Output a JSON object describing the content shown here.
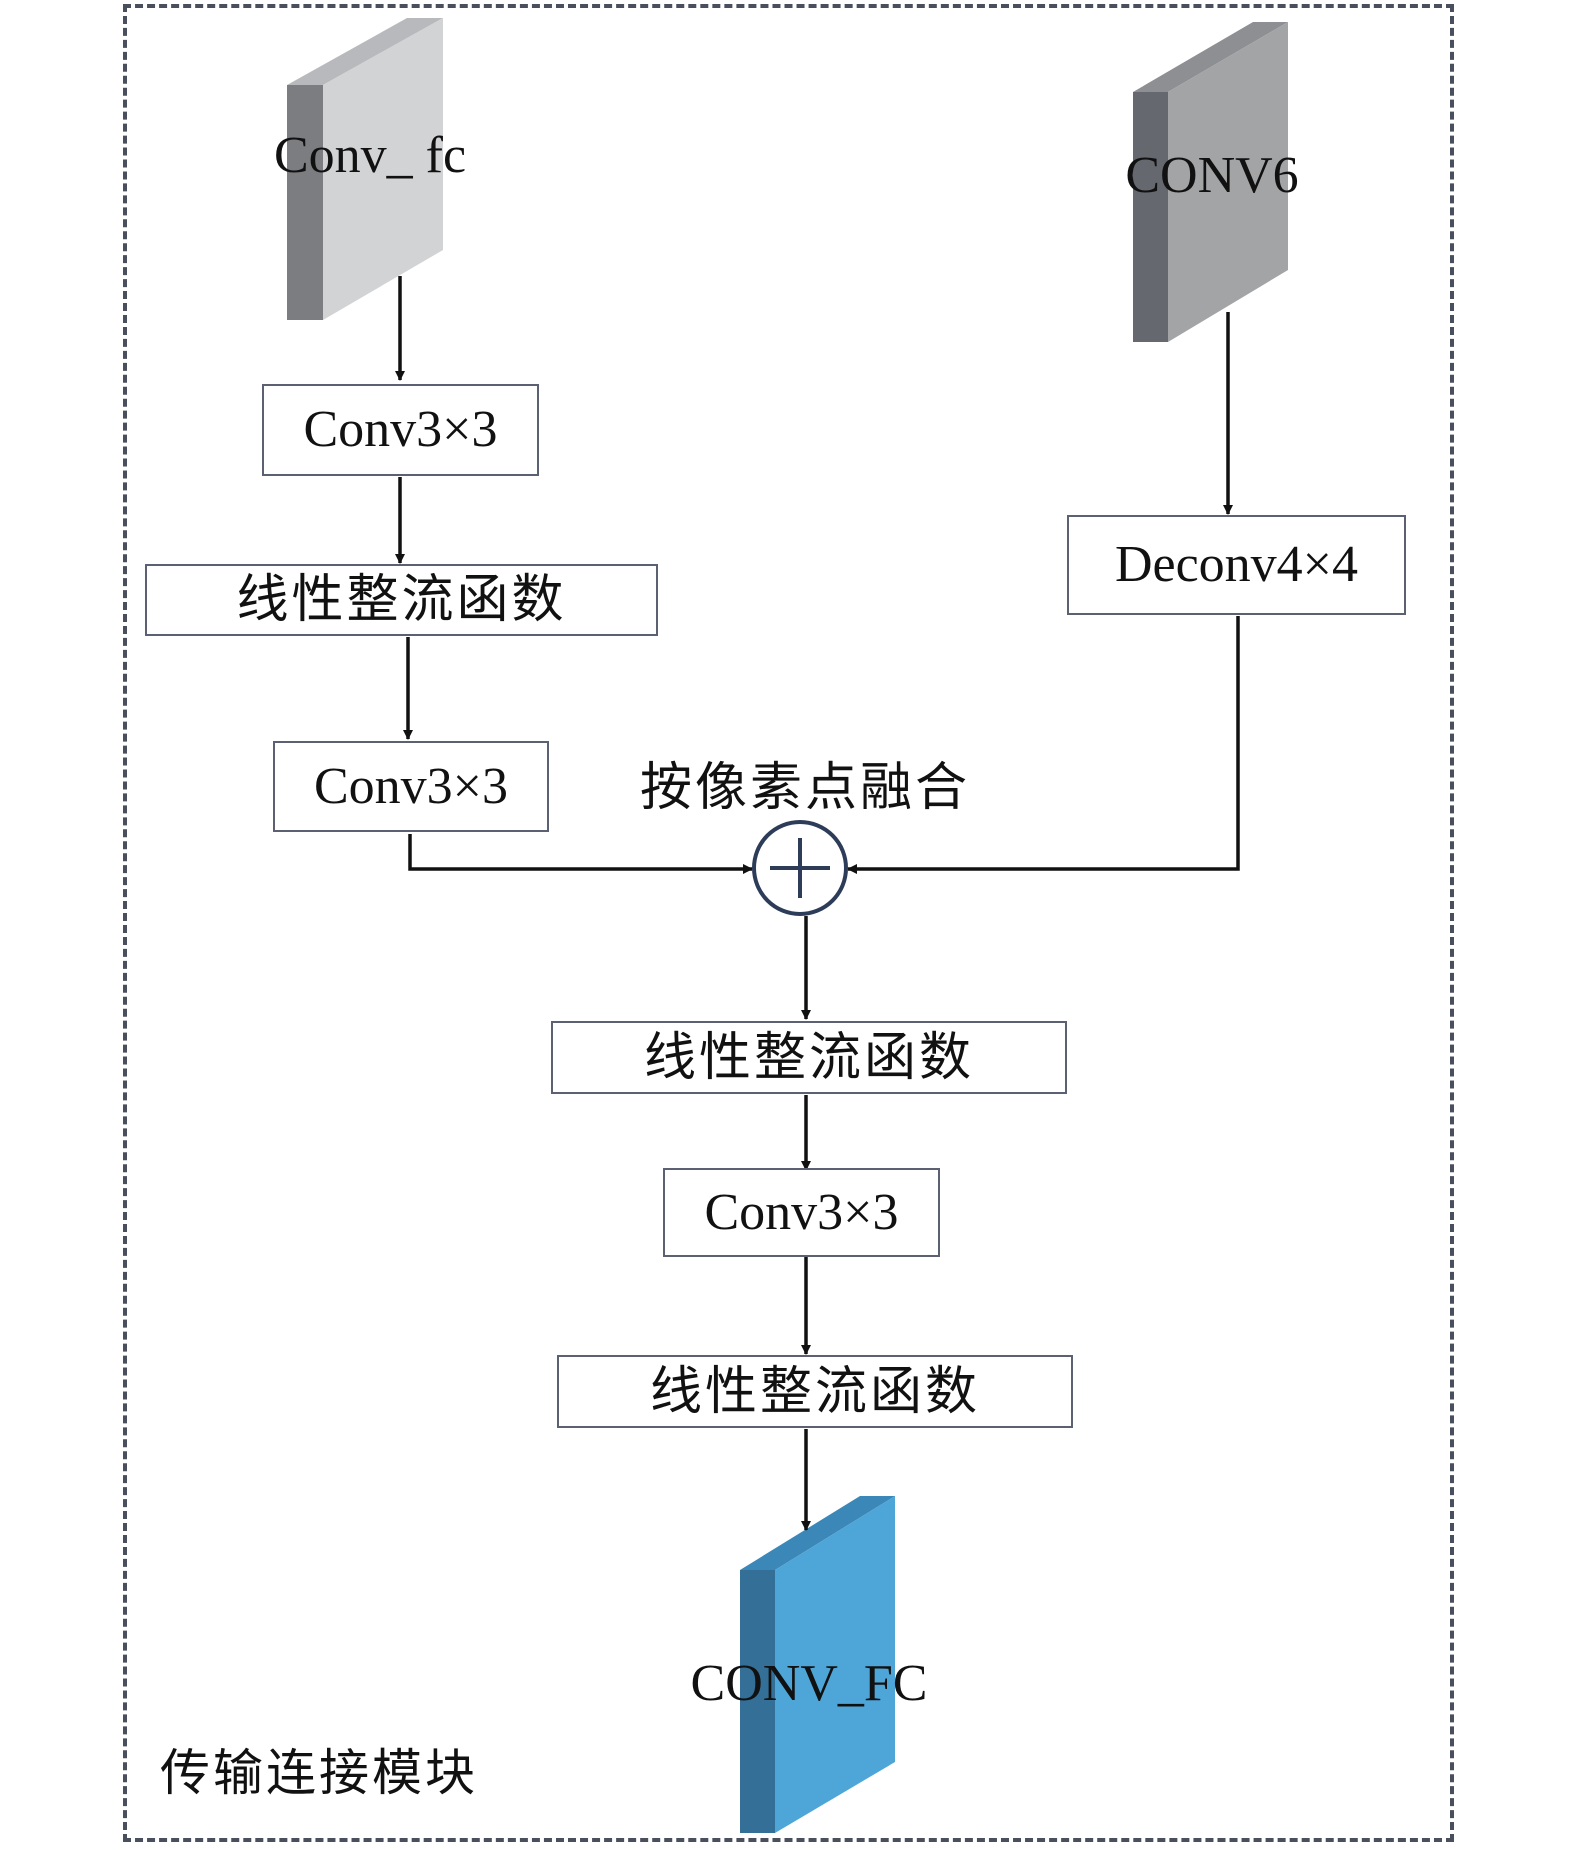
{
  "module": {
    "label": "传输连接模块"
  },
  "inputs": {
    "left_block": "Conv_ fc",
    "right_block": "CONV6"
  },
  "left_branch": {
    "conv1": "Conv3×3",
    "relu": "线性整流函数",
    "conv2": "Conv3×3"
  },
  "right_branch": {
    "deconv": "Deconv4×4"
  },
  "fusion": {
    "label": "按像素点融合",
    "symbol": "+"
  },
  "merged_branch": {
    "relu1": "线性整流函数",
    "conv": "Conv3×3",
    "relu2": "线性整流函数"
  },
  "output": {
    "block": "CONV_FC"
  },
  "colors": {
    "left_block_face": "#d2d3d5",
    "right_block_face": "#a3a4a6",
    "output_block_face": "#4ea6d8",
    "frame": "#4a4f5e",
    "line": "#111111"
  }
}
